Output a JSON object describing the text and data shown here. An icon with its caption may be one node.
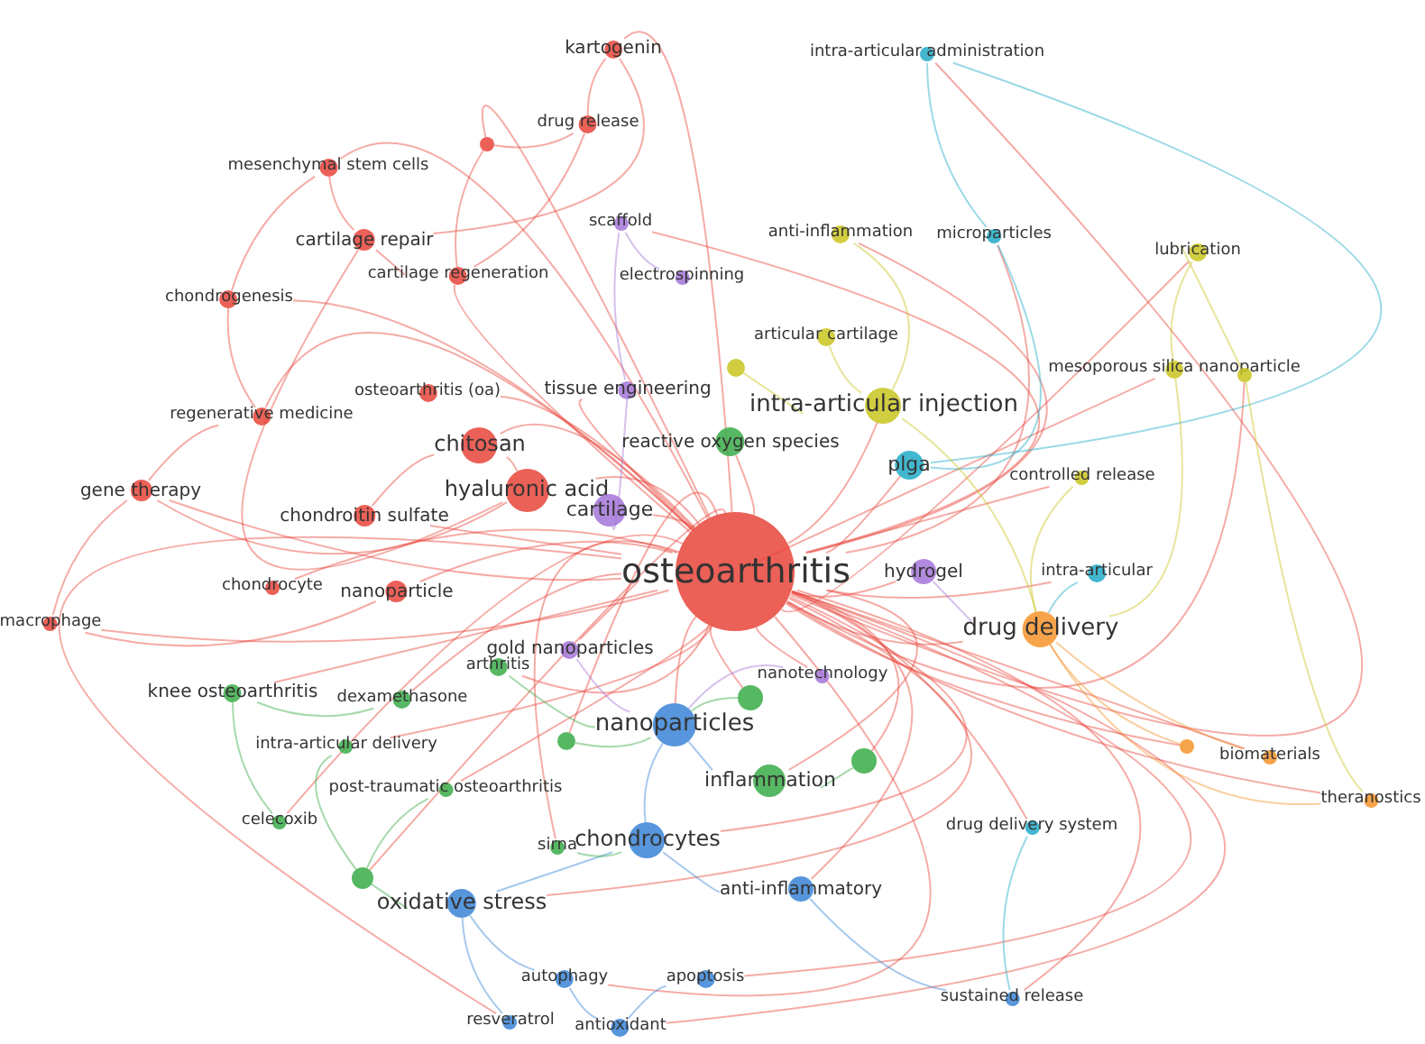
{
  "diagram": {
    "nodes": [
      {
        "text": [
          "osteoarthritis"
        ]
      },
      {
        "text": [
          "hyaluronic acid"
        ]
      },
      {
        "text": [
          "chitosan"
        ]
      },
      {
        "text": [
          "cartilage"
        ]
      },
      {
        "text": [
          "kartogenin"
        ]
      },
      {
        "text": [
          "drug release"
        ]
      },
      {
        "text": [],
        "shape": "circle"
      },
      {
        "text": [
          "mesenchymal stem cells"
        ]
      },
      {
        "text": [
          "cartilage repair"
        ]
      },
      {
        "text": [
          "cartilage regeneration"
        ]
      },
      {
        "text": [
          "scaffold"
        ]
      },
      {
        "text": [
          "electrospinning"
        ]
      },
      {
        "text": [
          "chondrogenesis"
        ]
      },
      {
        "text": [
          "osteoarthritis (oa)"
        ]
      },
      {
        "text": [
          "tissue engineering"
        ]
      },
      {
        "text": [
          "regenerative medicine"
        ]
      },
      {
        "text": [
          "gene therapy"
        ]
      },
      {
        "text": [
          "chondroitin sulfate"
        ]
      },
      {
        "text": [
          "chondrocyte"
        ]
      },
      {
        "text": [
          "nanoparticle"
        ]
      },
      {
        "text": [
          "macrophage"
        ]
      },
      {
        "text": [
          "intra-articular administration"
        ]
      },
      {
        "text": [
          "anti-inflammation"
        ]
      },
      {
        "text": [
          "microparticles"
        ]
      },
      {
        "text": [
          "lubrication"
        ]
      },
      {
        "text": [
          "articular cartilage"
        ]
      },
      {
        "text": [],
        "shape": "circle"
      },
      {
        "text": [
          "mesoporous silica nanoparticle"
        ]
      },
      {
        "text": [],
        "shape": "circle"
      },
      {
        "text": [
          "intra-articular injection"
        ]
      },
      {
        "text": [
          "reactive oxygen species"
        ]
      },
      {
        "text": [
          "plga"
        ]
      },
      {
        "text": [
          "controlled release"
        ]
      },
      {
        "text": [
          "hydrogel"
        ]
      },
      {
        "text": [
          "intra-articular"
        ]
      },
      {
        "text": [
          "drug delivery"
        ]
      },
      {
        "text": [
          "gold nanoparticles"
        ]
      },
      {
        "text": [
          "nanotechnology"
        ]
      },
      {
        "text": [
          "arthritis"
        ]
      },
      {
        "text": [
          "knee osteoarthritis"
        ]
      },
      {
        "text": [
          "dexamethasone"
        ]
      },
      {
        "text": [],
        "shape": "circle"
      },
      {
        "text": [
          "nanoparticles"
        ]
      },
      {
        "text": [],
        "shape": "circle"
      },
      {
        "text": [
          "intra-articular delivery"
        ]
      },
      {
        "text": [],
        "shape": "circle"
      },
      {
        "text": [
          "inflammation"
        ]
      },
      {
        "text": [
          "post-traumatic osteoarthritis"
        ]
      },
      {
        "text": [],
        "shape": "circle"
      },
      {
        "text": [
          "biomaterials"
        ]
      },
      {
        "text": [
          "theranostics"
        ]
      },
      {
        "text": [
          "celecoxib"
        ]
      },
      {
        "text": [
          "drug delivery system"
        ]
      },
      {
        "text": [
          "sirna"
        ]
      },
      {
        "text": [
          "chondrocytes"
        ]
      },
      {
        "text": [],
        "shape": "circle"
      },
      {
        "text": [
          "anti-inflammatory"
        ]
      },
      {
        "text": [
          "oxidative stress"
        ]
      },
      {
        "text": [
          "autophagy"
        ]
      },
      {
        "text": [
          "apoptosis"
        ]
      },
      {
        "text": [
          "resveratrol"
        ]
      },
      {
        "text": [
          "antioxidant"
        ]
      },
      {
        "text": [
          "sustained release"
        ]
      }
    ],
    "edges": [
      {
        "from": 0,
        "to": 1,
        "arrow": "none",
        "color": "#e8443a"
      },
      {
        "from": 0,
        "to": 2,
        "arrow": "none",
        "color": "#e8443a"
      },
      {
        "from": 0,
        "to": 3,
        "arrow": "none",
        "color": "#e8443a"
      },
      {
        "from": 0,
        "to": 4,
        "arrow": "none",
        "color": "#e8443a"
      },
      {
        "from": 0,
        "to": 6,
        "arrow": "none",
        "color": "#e8443a"
      },
      {
        "from": 0,
        "to": 7,
        "arrow": "none",
        "color": "#e8443a"
      },
      {
        "from": 0,
        "to": 9,
        "arrow": "none",
        "color": "#e8443a"
      },
      {
        "from": 0,
        "to": 10,
        "arrow": "none",
        "color": "#e8443a"
      },
      {
        "from": 0,
        "to": 12,
        "arrow": "none",
        "color": "#e8443a"
      },
      {
        "from": 0,
        "to": 13,
        "arrow": "none",
        "color": "#e8443a"
      },
      {
        "from": 0,
        "to": 14,
        "arrow": "none",
        "color": "#e8443a"
      },
      {
        "from": 0,
        "to": 15,
        "arrow": "none",
        "color": "#e8443a"
      },
      {
        "from": 0,
        "to": 16,
        "arrow": "none",
        "color": "#e8443a"
      },
      {
        "from": 0,
        "to": 17,
        "arrow": "none",
        "color": "#e8443a"
      },
      {
        "from": 0,
        "to": 18,
        "arrow": "none",
        "color": "#e8443a"
      },
      {
        "from": 0,
        "to": 19,
        "arrow": "none",
        "color": "#e8443a"
      },
      {
        "from": 0,
        "to": 20,
        "arrow": "none",
        "color": "#e8443a"
      },
      {
        "from": 0,
        "to": 21,
        "arrow": "none",
        "color": "#e8443a"
      },
      {
        "from": 0,
        "to": 22,
        "arrow": "none",
        "color": "#e8443a"
      },
      {
        "from": 0,
        "to": 23,
        "arrow": "none",
        "color": "#e8443a"
      },
      {
        "from": 0,
        "to": 24,
        "arrow": "none",
        "color": "#e8443a"
      },
      {
        "from": 0,
        "to": 27,
        "arrow": "none",
        "color": "#e8443a"
      },
      {
        "from": 0,
        "to": 28,
        "arrow": "none",
        "color": "#e8443a"
      },
      {
        "from": 0,
        "to": 29,
        "arrow": "none",
        "color": "#e8443a"
      },
      {
        "from": 0,
        "to": 30,
        "arrow": "none",
        "color": "#e8443a"
      },
      {
        "from": 0,
        "to": 31,
        "arrow": "none",
        "color": "#e8443a"
      },
      {
        "from": 0,
        "to": 32,
        "arrow": "none",
        "color": "#e8443a"
      },
      {
        "from": 0,
        "to": 33,
        "arrow": "none",
        "color": "#e8443a"
      },
      {
        "from": 0,
        "to": 34,
        "arrow": "none",
        "color": "#e8443a"
      },
      {
        "from": 0,
        "to": 35,
        "arrow": "none",
        "color": "#e8443a"
      },
      {
        "from": 0,
        "to": 36,
        "arrow": "none",
        "color": "#e8443a"
      },
      {
        "from": 0,
        "to": 37,
        "arrow": "none",
        "color": "#e8443a"
      },
      {
        "from": 0,
        "to": 38,
        "arrow": "none",
        "color": "#e8443a"
      },
      {
        "from": 0,
        "to": 39,
        "arrow": "none",
        "color": "#e8443a"
      },
      {
        "from": 0,
        "to": 40,
        "arrow": "none",
        "color": "#e8443a"
      },
      {
        "from": 0,
        "to": 41,
        "arrow": "none",
        "color": "#e8443a"
      },
      {
        "from": 0,
        "to": 42,
        "arrow": "none",
        "color": "#e8443a"
      },
      {
        "from": 0,
        "to": 43,
        "arrow": "none",
        "color": "#e8443a"
      },
      {
        "from": 0,
        "to": 44,
        "arrow": "none",
        "color": "#e8443a"
      },
      {
        "from": 0,
        "to": 45,
        "arrow": "none",
        "color": "#e8443a"
      },
      {
        "from": 0,
        "to": 46,
        "arrow": "none",
        "color": "#e8443a"
      },
      {
        "from": 0,
        "to": 47,
        "arrow": "none",
        "color": "#e8443a"
      },
      {
        "from": 0,
        "to": 48,
        "arrow": "none",
        "color": "#e8443a"
      },
      {
        "from": 0,
        "to": 49,
        "arrow": "none",
        "color": "#e8443a"
      },
      {
        "from": 0,
        "to": 50,
        "arrow": "none",
        "color": "#e8443a"
      },
      {
        "from": 0,
        "to": 51,
        "arrow": "none",
        "color": "#e8443a"
      },
      {
        "from": 0,
        "to": 52,
        "arrow": "none",
        "color": "#e8443a"
      },
      {
        "from": 0,
        "to": 53,
        "arrow": "none",
        "color": "#e8443a"
      },
      {
        "from": 0,
        "to": 54,
        "arrow": "none",
        "color": "#e8443a"
      },
      {
        "from": 0,
        "to": 55,
        "arrow": "none",
        "color": "#e8443a"
      },
      {
        "from": 0,
        "to": 56,
        "arrow": "none",
        "color": "#e8443a"
      },
      {
        "from": 0,
        "to": 57,
        "arrow": "none",
        "color": "#e8443a"
      },
      {
        "from": 0,
        "to": 58,
        "arrow": "none",
        "color": "#e8443a"
      },
      {
        "from": 0,
        "to": 59,
        "arrow": "none",
        "color": "#e8443a"
      },
      {
        "from": 0,
        "to": 60,
        "arrow": "none",
        "color": "#e8443a"
      },
      {
        "from": 0,
        "to": 61,
        "arrow": "none",
        "color": "#e8443a"
      },
      {
        "from": 0,
        "to": 62,
        "arrow": "none",
        "color": "#e8443a"
      },
      {
        "from": 4,
        "to": 5,
        "arrow": "none",
        "color": "#e8443a"
      },
      {
        "from": 4,
        "to": 8,
        "arrow": "none",
        "color": "#e8443a"
      },
      {
        "from": 7,
        "to": 8,
        "arrow": "none",
        "color": "#e8443a"
      },
      {
        "from": 7,
        "to": 12,
        "arrow": "none",
        "color": "#e8443a"
      },
      {
        "from": 8,
        "to": 9,
        "arrow": "none",
        "color": "#e8443a"
      },
      {
        "from": 8,
        "to": 1,
        "arrow": "none",
        "color": "#e8443a"
      },
      {
        "from": 12,
        "to": 15,
        "arrow": "none",
        "color": "#e8443a"
      },
      {
        "from": 15,
        "to": 16,
        "arrow": "none",
        "color": "#e8443a"
      },
      {
        "from": 16,
        "to": 1,
        "arrow": "none",
        "color": "#e8443a"
      },
      {
        "from": 16,
        "to": 20,
        "arrow": "none",
        "color": "#e8443a"
      },
      {
        "from": 20,
        "to": 19,
        "arrow": "none",
        "color": "#e8443a"
      },
      {
        "from": 1,
        "to": 2,
        "arrow": "none",
        "color": "#e8443a"
      },
      {
        "from": 2,
        "to": 17,
        "arrow": "none",
        "color": "#e8443a"
      },
      {
        "from": 9,
        "to": 5,
        "arrow": "none",
        "color": "#e8443a"
      },
      {
        "from": 6,
        "to": 5,
        "arrow": "none",
        "color": "#e8443a"
      },
      {
        "from": 6,
        "to": 9,
        "arrow": "none",
        "color": "#e8443a"
      },
      {
        "from": 21,
        "to": 23,
        "arrow": "none",
        "color": "#22aac8"
      },
      {
        "from": 21,
        "to": 31,
        "arrow": "none",
        "color": "#22aac8"
      },
      {
        "from": 23,
        "to": 31,
        "arrow": "none",
        "color": "#22aac8"
      },
      {
        "from": 22,
        "to": 29,
        "arrow": "none",
        "color": "#c9c41f"
      },
      {
        "from": 24,
        "to": 27,
        "arrow": "none",
        "color": "#c9c41f"
      },
      {
        "from": 24,
        "to": 28,
        "arrow": "none",
        "color": "#c9c41f"
      },
      {
        "from": 27,
        "to": 35,
        "arrow": "none",
        "color": "#c9c41f"
      },
      {
        "from": 28,
        "to": 50,
        "arrow": "none",
        "color": "#c9c41f"
      },
      {
        "from": 35,
        "to": 49,
        "arrow": "none",
        "color": "#f5932a"
      },
      {
        "from": 35,
        "to": 50,
        "arrow": "none",
        "color": "#f5932a"
      },
      {
        "from": 35,
        "to": 48,
        "arrow": "none",
        "color": "#f5932a"
      },
      {
        "from": 34,
        "to": 35,
        "arrow": "none",
        "color": "#22aac8"
      },
      {
        "from": 29,
        "to": 35,
        "arrow": "none",
        "color": "#c9c41f"
      },
      {
        "from": 33,
        "to": 35,
        "arrow": "none",
        "color": "#a374d8"
      },
      {
        "from": 42,
        "to": 54,
        "arrow": "none",
        "color": "#3a84d6"
      },
      {
        "from": 42,
        "to": 46,
        "arrow": "none",
        "color": "#3a84d6"
      },
      {
        "from": 54,
        "to": 57,
        "arrow": "none",
        "color": "#3a84d6"
      },
      {
        "from": 57,
        "to": 58,
        "arrow": "none",
        "color": "#3a84d6"
      },
      {
        "from": 57,
        "to": 60,
        "arrow": "none",
        "color": "#3a84d6"
      },
      {
        "from": 58,
        "to": 61,
        "arrow": "none",
        "color": "#3a84d6"
      },
      {
        "from": 59,
        "to": 61,
        "arrow": "none",
        "color": "#3a84d6"
      },
      {
        "from": 54,
        "to": 56,
        "arrow": "none",
        "color": "#3a84d6"
      },
      {
        "from": 56,
        "to": 62,
        "arrow": "none",
        "color": "#3a84d6"
      },
      {
        "from": 52,
        "to": 62,
        "arrow": "none",
        "color": "#22aac8"
      },
      {
        "from": 39,
        "to": 51,
        "arrow": "none",
        "color": "#3aab48"
      },
      {
        "from": 39,
        "to": 40,
        "arrow": "none",
        "color": "#3aab48"
      },
      {
        "from": 44,
        "to": 55,
        "arrow": "none",
        "color": "#3aab48"
      },
      {
        "from": 55,
        "to": 57,
        "arrow": "none",
        "color": "#3aab48"
      },
      {
        "from": 38,
        "to": 42,
        "arrow": "none",
        "color": "#3aab48"
      },
      {
        "from": 46,
        "to": 45,
        "arrow": "none",
        "color": "#3aab48"
      },
      {
        "from": 41,
        "to": 42,
        "arrow": "none",
        "color": "#3aab48"
      },
      {
        "from": 53,
        "to": 54,
        "arrow": "none",
        "color": "#3aab48"
      },
      {
        "from": 14,
        "to": 10,
        "arrow": "none",
        "color": "#a374d8"
      },
      {
        "from": 10,
        "to": 11,
        "arrow": "none",
        "color": "#a374d8"
      },
      {
        "from": 3,
        "to": 14,
        "arrow": "none",
        "color": "#a374d8"
      },
      {
        "from": 36,
        "to": 42,
        "arrow": "none",
        "color": "#a374d8"
      },
      {
        "from": 37,
        "to": 42,
        "arrow": "none",
        "color": "#a374d8"
      },
      {
        "from": 25,
        "to": 29,
        "arrow": "none",
        "color": "#c9c41f"
      },
      {
        "from": 26,
        "to": 29,
        "arrow": "none",
        "color": "#c9c41f"
      },
      {
        "from": 32,
        "to": 35,
        "arrow": "none",
        "color": "#c9c41f"
      },
      {
        "from": 47,
        "to": 55,
        "arrow": "none",
        "color": "#3aab48"
      },
      {
        "from": 43,
        "to": 42,
        "arrow": "none",
        "color": "#3aab48"
      }
    ]
  }
}
